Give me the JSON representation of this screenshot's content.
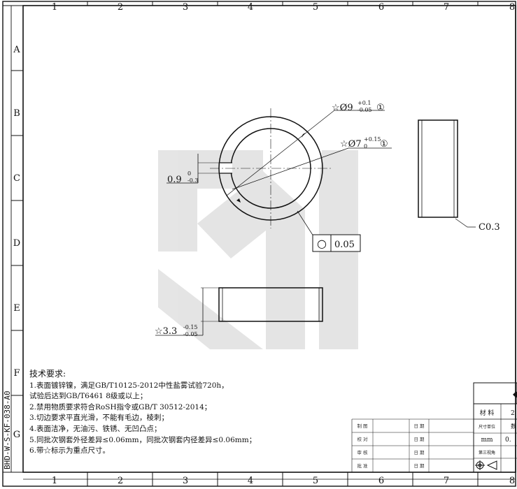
{
  "frame": {
    "columns": [
      "1",
      "2",
      "3",
      "4",
      "5",
      "6",
      "7",
      "8"
    ],
    "rows": [
      "A",
      "B",
      "C",
      "D",
      "E",
      "F",
      "G"
    ],
    "drawing_number": "BHD-W-S-KF-038-A0"
  },
  "dimensions": {
    "outer_dia": {
      "star": "☆",
      "symbol": "Ø9",
      "upper": "+0.1",
      "lower": "-0.05",
      "note": "①"
    },
    "inner_dia": {
      "star": "☆",
      "symbol": "Ø7",
      "upper": "+0.15",
      "lower": "0",
      "note": "①"
    },
    "gap": {
      "value": "0.9",
      "upper": "0",
      "lower": "-0.3"
    },
    "circularity": {
      "symbol": "○",
      "value": "0.05"
    },
    "chamfer": "C0.3",
    "height": {
      "star": "☆",
      "value": "3.3",
      "upper": "-0.15",
      "lower": "-0.05"
    }
  },
  "requirements": {
    "title": "技术要求:",
    "lines": [
      "1.表面镀锌镍，满足GB/T10125-2012中性盐雾试验720h，",
      "试验后达到GB/T6461 8级或以上；",
      "2.禁用物质要求符合RoSH指令或GB/T 30512-2014；",
      "3.切边要求平直光滑，不能有毛边，棱刺；",
      "4.表面洁净，无油污、铁锈、无凹凸点；",
      "5.同批次钢套外径差异≤0.06mm，同批次钢套内径差异≤0.06mm；",
      "6.带☆标示为重点尺寸。"
    ]
  },
  "title_block": {
    "rows": [
      {
        "label": "制 图",
        "date": "日 期"
      },
      {
        "label": "校 对",
        "date": "日 期"
      },
      {
        "label": "审 核",
        "date": "日 期"
      },
      {
        "label": "批 准",
        "date": "日 期"
      }
    ],
    "material_label": "材 料",
    "material_value": "2",
    "unit_label": "尺寸单位",
    "unit_value": "mm",
    "projection_label": "第三视角",
    "unit_extra": "0.",
    "other_value": "数"
  }
}
